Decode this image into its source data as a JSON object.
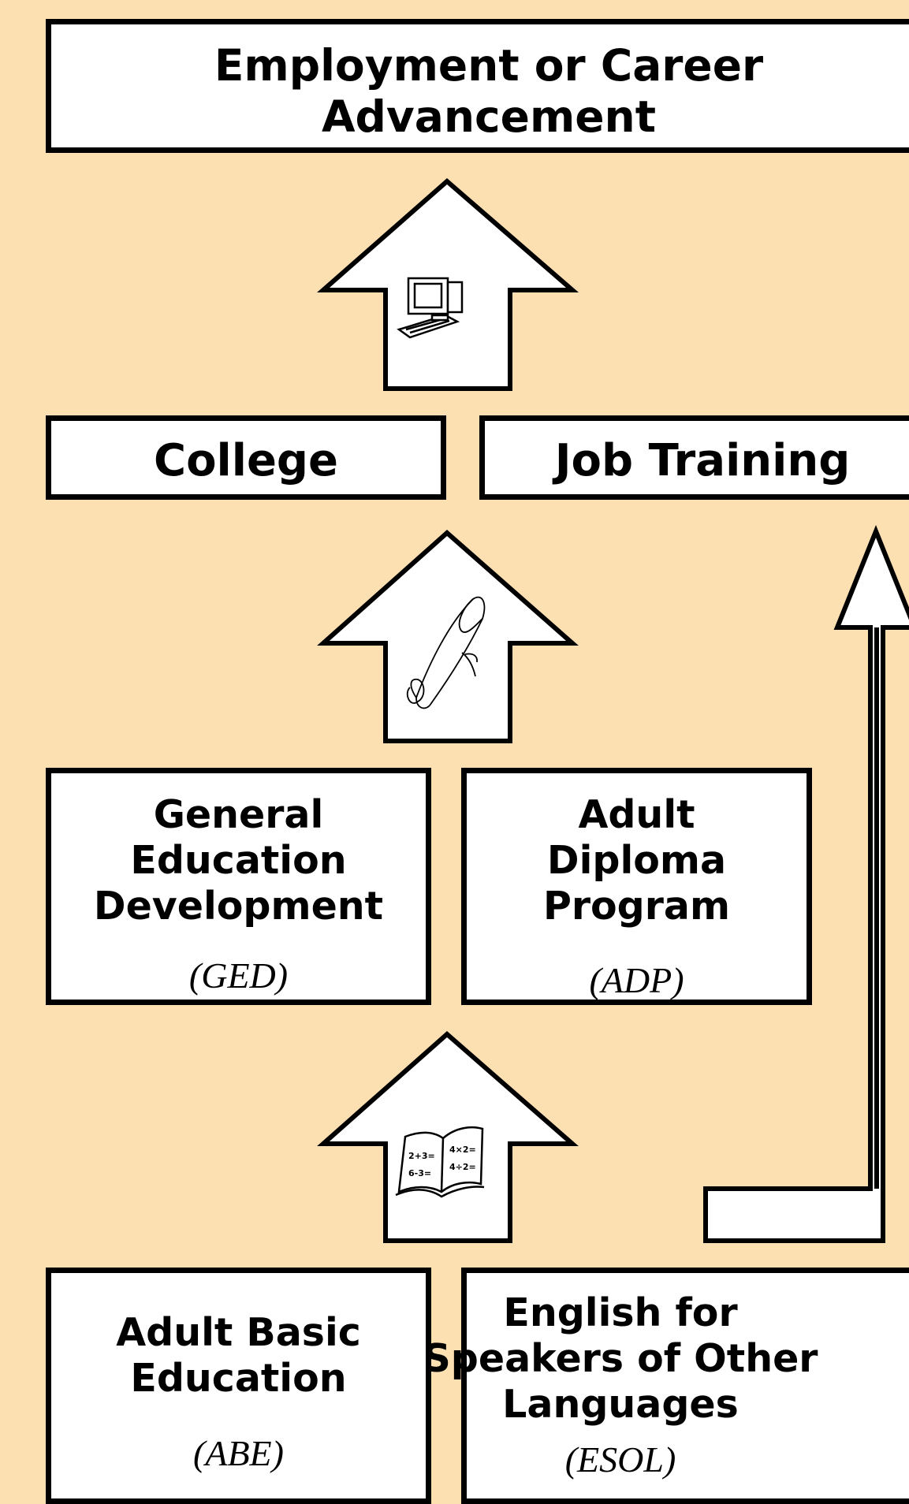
{
  "top_box": {
    "line1": "Employment or Career",
    "line2": "Advancement"
  },
  "college": {
    "label": "College"
  },
  "job_training": {
    "label": "Job Training"
  },
  "ged": {
    "line1": "General",
    "line2": "Education",
    "line3": "Development",
    "abbr": "(GED)"
  },
  "adp": {
    "line1": "Adult",
    "line2": "Diploma",
    "line3": "Program",
    "abbr": "(ADP)"
  },
  "abe": {
    "line1": "Adult Basic",
    "line2": "Education",
    "abbr": "(ABE)"
  },
  "esol": {
    "line1": "English for",
    "line2": "Speakers of Other",
    "line3": "Languages",
    "abbr": "(ESOL)"
  },
  "book": {
    "left_top": "2+3=",
    "left_bottom": "6-3=",
    "right_top": "4×2=",
    "right_bottom": "4÷2="
  },
  "icons": [
    "computer-icon",
    "diploma-scroll-icon",
    "math-book-icon"
  ],
  "colors": {
    "background": "#fde0b2",
    "box_fill": "#ffffff",
    "stroke": "#000000"
  }
}
